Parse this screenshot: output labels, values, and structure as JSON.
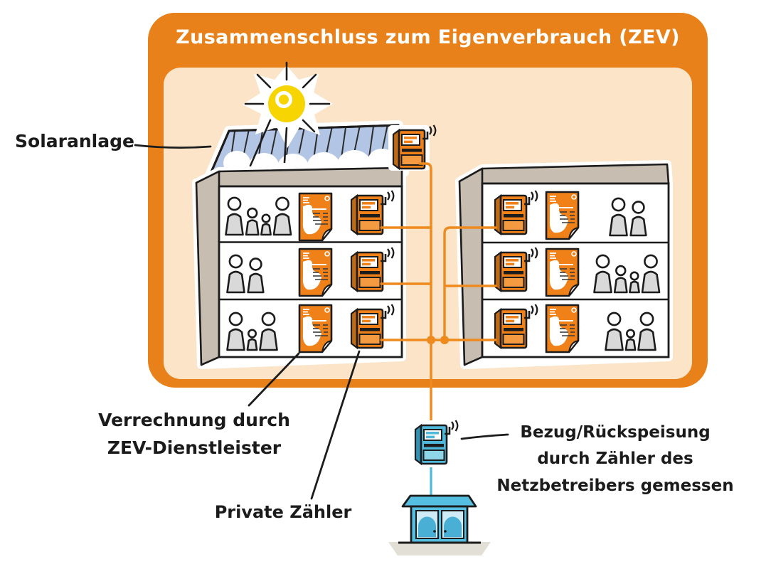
{
  "title": "Zusammenschluss zum Eigenverbrauch (ZEV)",
  "labels": {
    "solaranlage": "Solaranlage",
    "verrechnung": [
      "Verrechnung durch",
      "ZEV-Dienstleister"
    ],
    "private_zaehler": "Private Zähler",
    "netzbetreiber": [
      "Bezug/Rückspeisung",
      "durch Zähler des",
      "Netzbetreibers gemessen"
    ]
  },
  "colors": {
    "frame_orange": "#E8811A",
    "panel_cream": "#FBE4C7",
    "wire_orange": "#EE8A1E",
    "ink": "#1c1c1c",
    "meter_body": "#F08119",
    "meter_side": "#BF6A15",
    "meter_light": "#F49B42",
    "doc_orange": "#F08119",
    "doc_fold": "#F5A44D",
    "building_wall": "#C7BEB1",
    "building_front": "#FFFFFF",
    "person_gray": "#D9D9D9",
    "solar_blue": "#B3C5E4",
    "sun_yellow": "#F6D503",
    "grid_blue": "#4FB9DC",
    "grid_blue_side": "#2E92B5",
    "grid_blue_light": "#8ED5EA",
    "station_blue": "#56BEE0",
    "station_door": "#CFEBF5",
    "station_door_arc": "#49AFD4",
    "ground_gray": "#E2DFD6"
  },
  "buildings": {
    "left": {
      "floors": [
        {
          "people": [
            "adult",
            "child_m",
            "child_s",
            "adult"
          ]
        },
        {
          "people": [
            "adult",
            "adult_s"
          ]
        },
        {
          "people": [
            "adult",
            "child_s",
            "adult"
          ]
        }
      ]
    },
    "right": {
      "floors": [
        {
          "people": [
            "adult",
            "adult_s"
          ]
        },
        {
          "people": [
            "adult",
            "child_m",
            "child_s",
            "adult"
          ]
        },
        {
          "people": [
            "adult",
            "child_s",
            "adult"
          ]
        }
      ]
    }
  },
  "icons": {
    "sun": "sun-icon",
    "solar_panel": "solar-panel",
    "smart_meter": "smart-meter-icon",
    "rooftop_meter": "rooftop-meter-icon",
    "invoice": "invoice-icon",
    "antenna": "wifi-signal-icon",
    "grid_meter": "grid-meter-icon",
    "transformer": "transformer-station-icon"
  }
}
